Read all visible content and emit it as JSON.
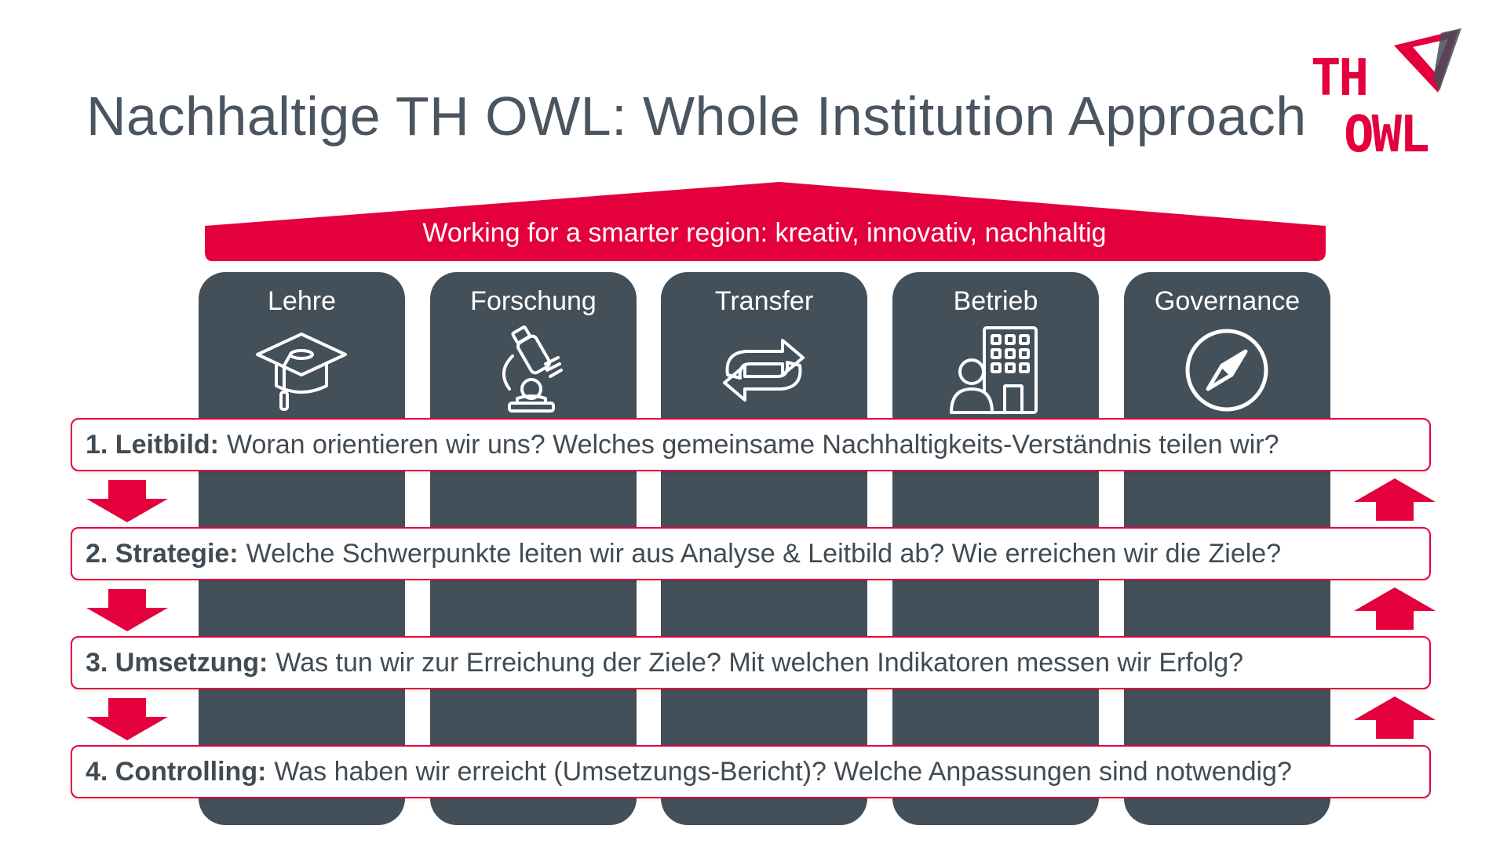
{
  "title": "Nachhaltige TH OWL: Whole Institution Approach",
  "logo": {
    "line1": "TH",
    "line2": "OWL"
  },
  "roof": {
    "text": "Working for a smarter region: kreativ, innovativ, nachhaltig"
  },
  "pillars": [
    {
      "label": "Lehre",
      "icon": "graduation-cap-icon"
    },
    {
      "label": "Forschung",
      "icon": "microscope-icon"
    },
    {
      "label": "Transfer",
      "icon": "cycle-arrows-icon"
    },
    {
      "label": "Betrieb",
      "icon": "building-person-icon"
    },
    {
      "label": "Governance",
      "icon": "compass-icon"
    }
  ],
  "steps": [
    {
      "title": "1. Leitbild:",
      "text": "Woran orientieren wir uns? Welches gemeinsame Nachhaltigkeits-Verständnis teilen wir?"
    },
    {
      "title": "2. Strategie:",
      "text": "Welche Schwerpunkte leiten wir aus Analyse & Leitbild ab? Wie erreichen wir die Ziele?"
    },
    {
      "title": "3. Umsetzung:",
      "text": "Was tun wir zur Erreichung der Ziele? Mit welchen Indikatoren messen wir Erfolg?"
    },
    {
      "title": "4. Controlling:",
      "text": "Was haben wir erreicht (Umsetzungs-Bericht)? Welche Anpassungen sind notwendig?"
    }
  ],
  "colors": {
    "accent": "#e3003c",
    "pillar": "#434f59",
    "text": "#414b54",
    "title": "#4a5560"
  }
}
